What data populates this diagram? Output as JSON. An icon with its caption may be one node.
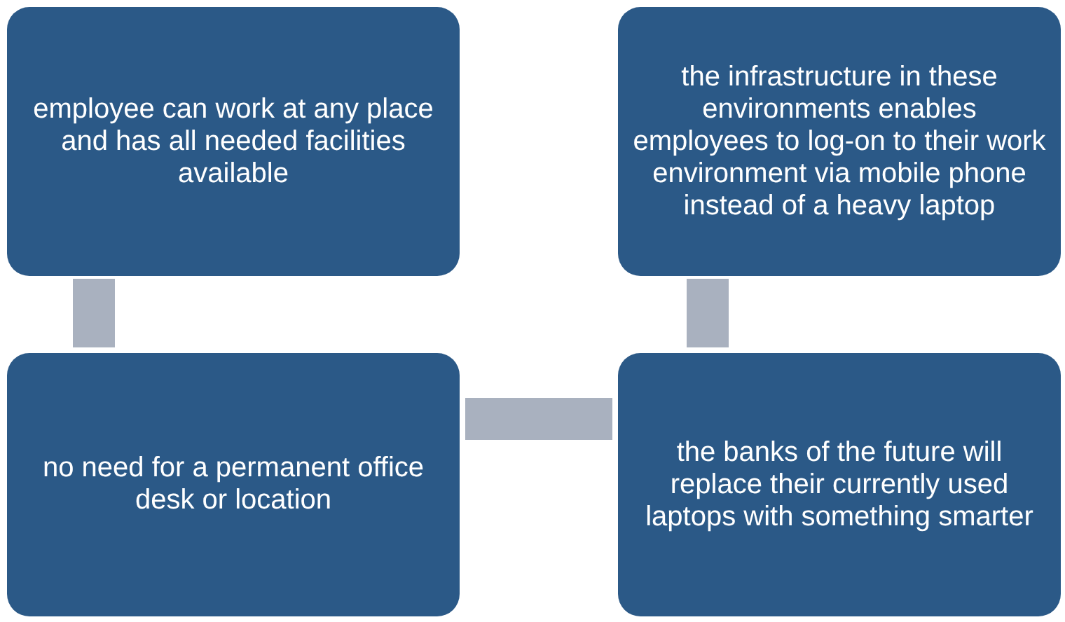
{
  "diagram": {
    "nodes": [
      {
        "text": [
          "employee can work at any place and has all needed facilities available"
        ]
      },
      {
        "text": [
          "the infrastructure in these environments enables employees to log-on to their work environment via mobile phone instead of a heavy laptop"
        ]
      },
      {
        "text": [
          "no need for a permanent office desk or location"
        ]
      },
      {
        "text": [
          "the banks of the future will replace their currently used laptops with something smarter"
        ]
      }
    ],
    "edges": [
      {
        "from": 0,
        "to": 2,
        "arrow": "none"
      },
      {
        "from": 2,
        "to": 3,
        "arrow": "none"
      },
      {
        "from": 3,
        "to": 1,
        "arrow": "none"
      }
    ]
  }
}
